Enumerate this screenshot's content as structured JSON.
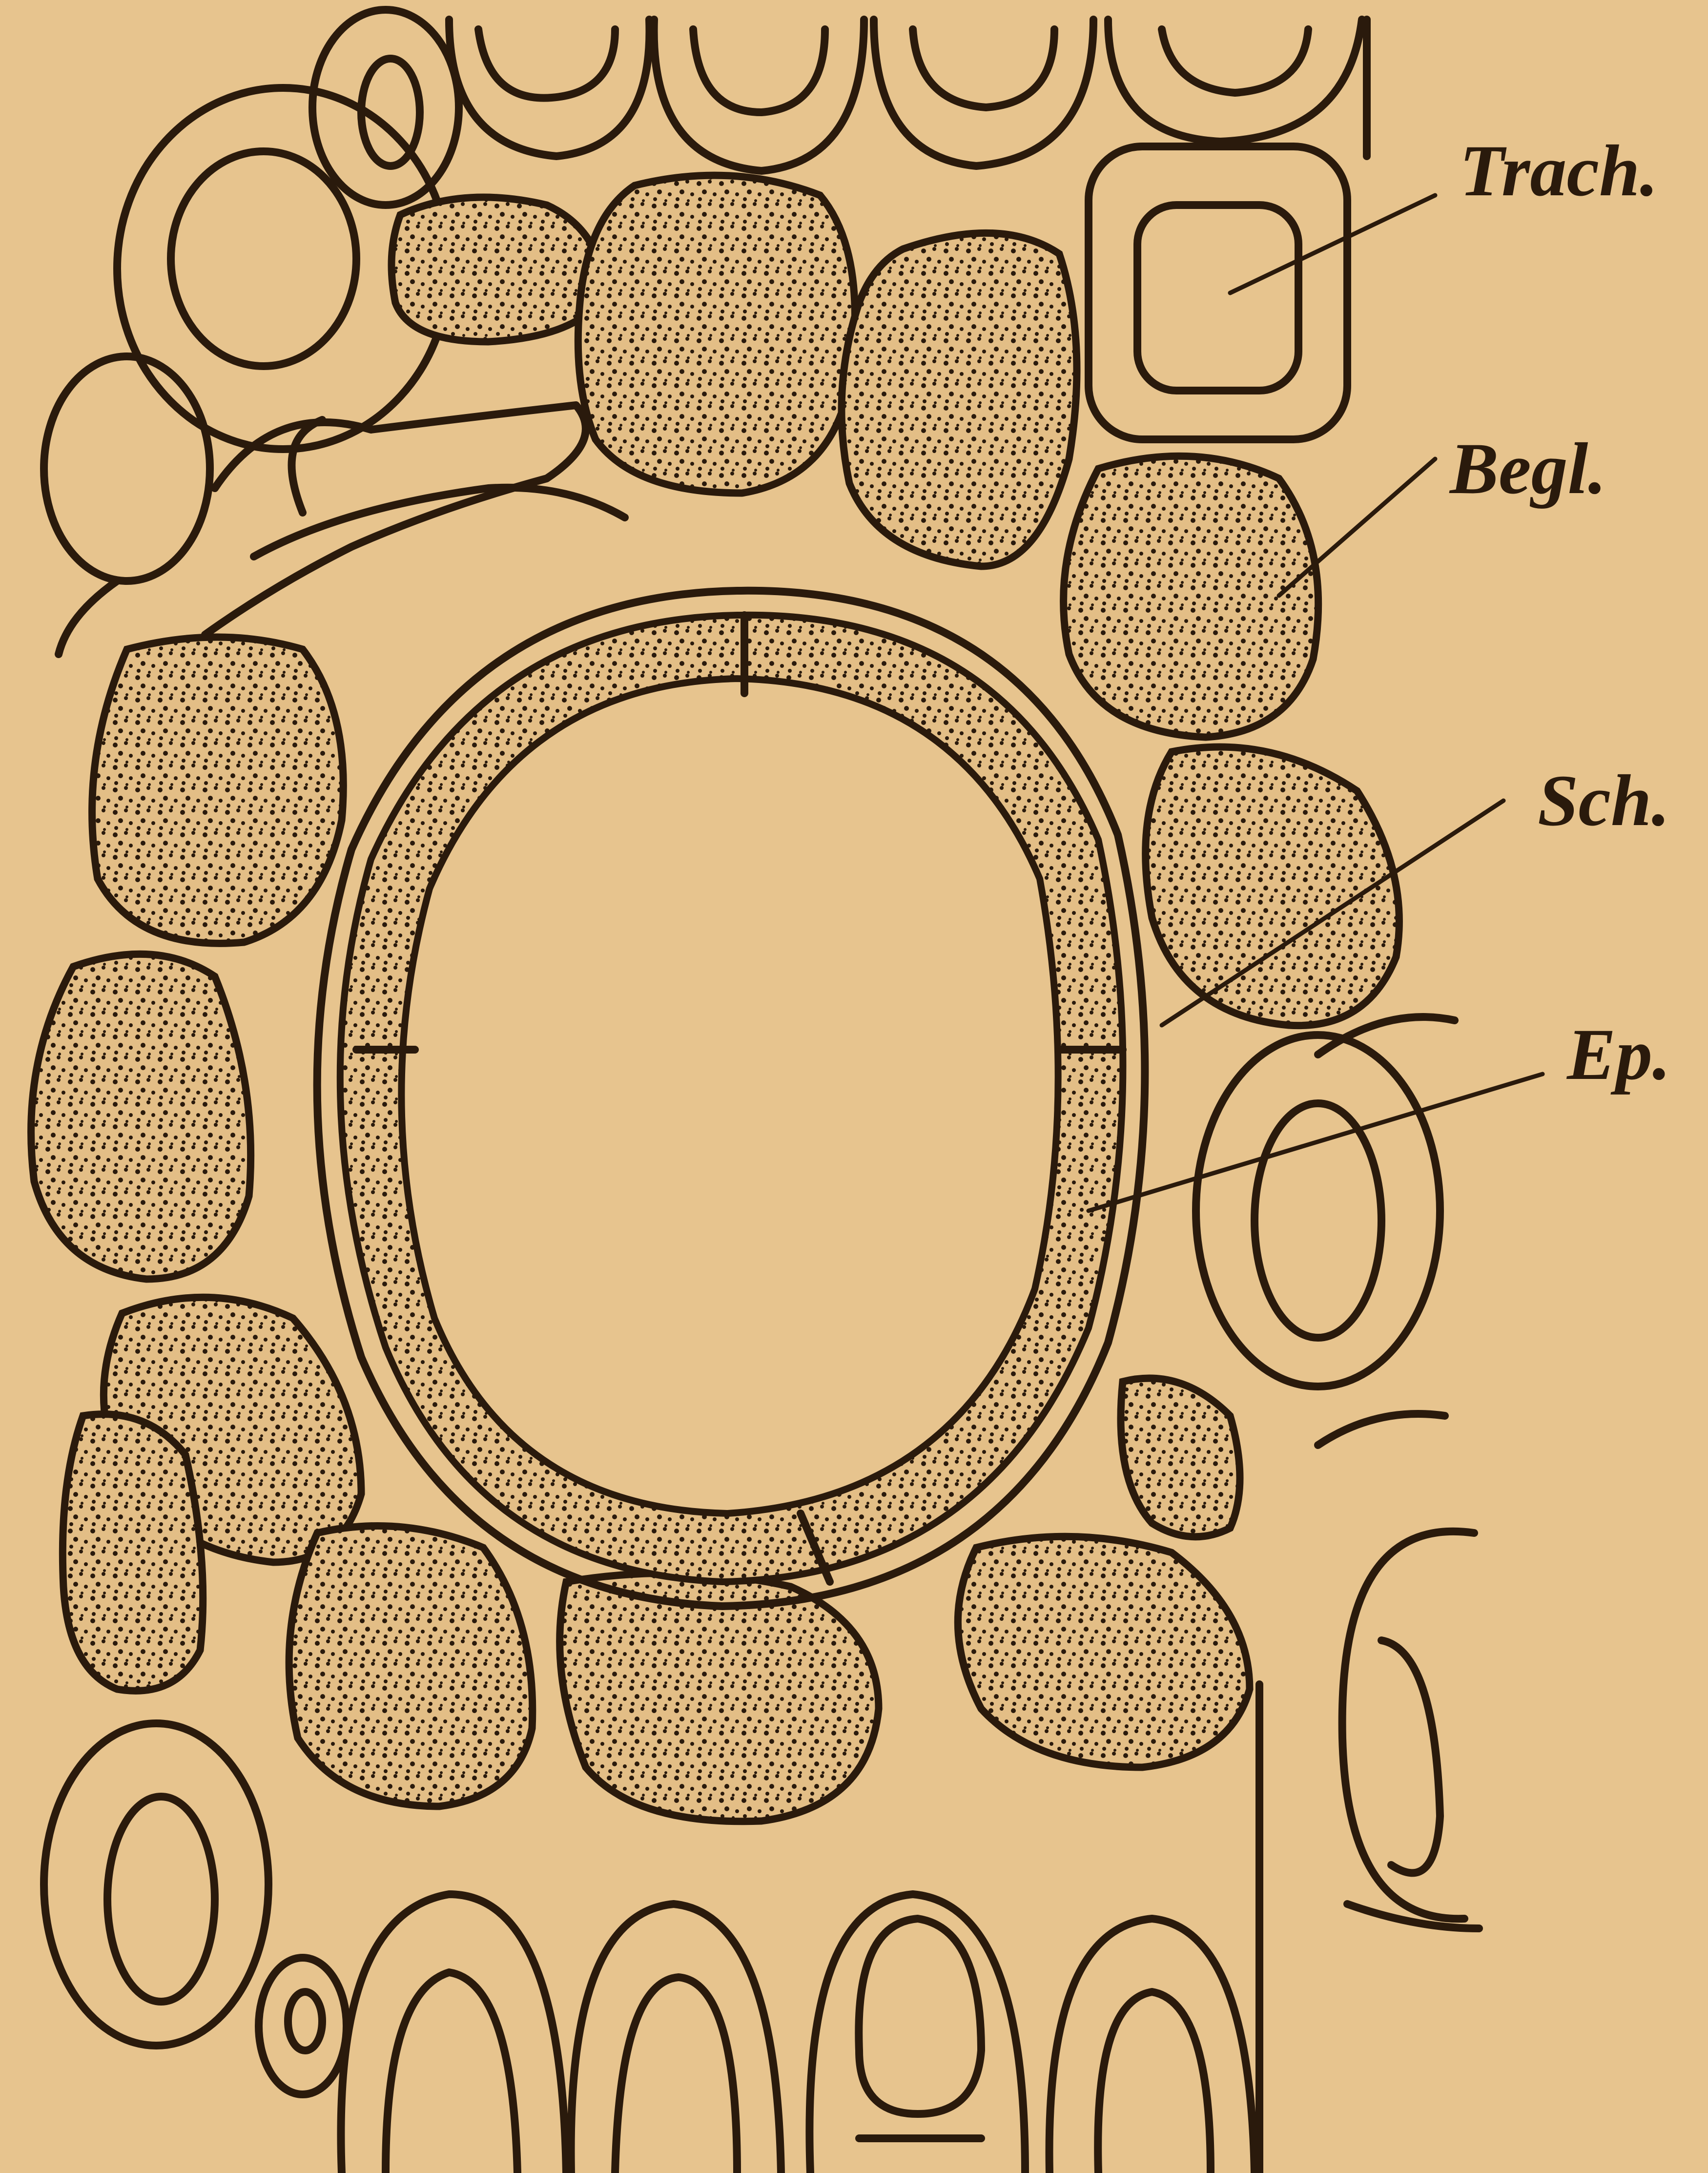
{
  "labels": {
    "trach": "Trach.",
    "begl": "Begl.",
    "sch": "Sch.",
    "ep": "Ep."
  },
  "colors": {
    "paper": "#e7c48e",
    "ink": "#2a1a0c"
  }
}
